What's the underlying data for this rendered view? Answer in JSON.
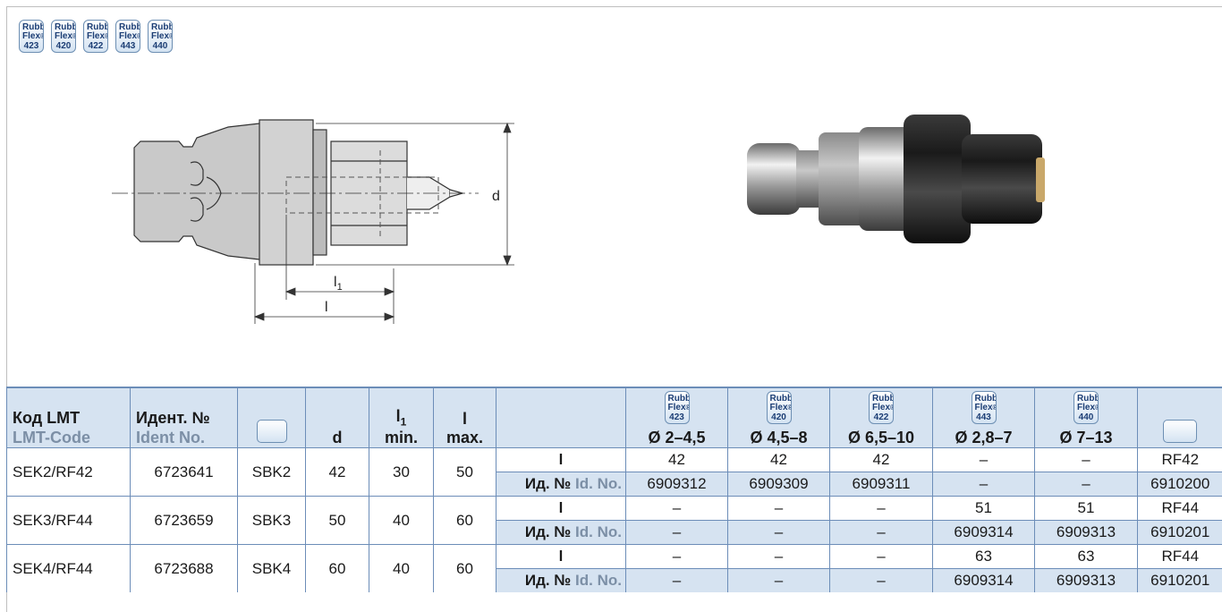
{
  "badges": [
    {
      "line1": "Rubber-",
      "line2": "Flex",
      "reg": "®",
      "num": "423"
    },
    {
      "line1": "Rubber-",
      "line2": "Flex",
      "reg": "®",
      "num": "420"
    },
    {
      "line1": "Rubber-",
      "line2": "Flex",
      "reg": "®",
      "num": "422"
    },
    {
      "line1": "Rubber-",
      "line2": "Flex",
      "reg": "®",
      "num": "443"
    },
    {
      "line1": "Rubber-",
      "line2": "Flex",
      "reg": "®",
      "num": "440"
    }
  ],
  "drawing": {
    "d_label": "d",
    "l1_label": "l",
    "l1_sub": "1",
    "l_label": "l"
  },
  "table": {
    "headers": {
      "code_ru": "Код LMT",
      "code_en": "LMT-Code",
      "ident_ru": "Идент. №",
      "ident_en": "Ident No.",
      "d": "d",
      "l1": "l",
      "l1_sub": "1",
      "l1_note": "min.",
      "l": "l",
      "l_note": "max.",
      "ranges": [
        "Ø 2–4,5",
        "Ø 4,5–8",
        "Ø 6,5–10",
        "Ø 2,8–7",
        "Ø 7–13"
      ]
    },
    "row_label_l": "l",
    "row_label_id_ru": "Ид. №",
    "row_label_id_en": "Id. No.",
    "rows": [
      {
        "code": "SEK2/RF42",
        "ident": "6723641",
        "tool": "SBK2",
        "d": "42",
        "l1": "30",
        "l": "50",
        "l_vals": [
          "42",
          "42",
          "42",
          "–",
          "–",
          "RF42"
        ],
        "id_vals": [
          "6909312",
          "6909309",
          "6909311",
          "–",
          "–",
          "6910200"
        ]
      },
      {
        "code": "SEK3/RF44",
        "ident": "6723659",
        "tool": "SBK3",
        "d": "50",
        "l1": "40",
        "l": "60",
        "l_vals": [
          "–",
          "–",
          "–",
          "51",
          "51",
          "RF44"
        ],
        "id_vals": [
          "–",
          "–",
          "–",
          "6909314",
          "6909313",
          "6910201"
        ]
      },
      {
        "code": "SEK4/RF44",
        "ident": "6723688",
        "tool": "SBK4",
        "d": "60",
        "l1": "40",
        "l": "60",
        "l_vals": [
          "–",
          "–",
          "–",
          "63",
          "63",
          "RF44"
        ],
        "id_vals": [
          "–",
          "–",
          "–",
          "6909314",
          "6909313",
          "6910201"
        ]
      }
    ]
  },
  "colors": {
    "header_bg": "#d6e3f1",
    "border": "#6c8db8",
    "badge_text": "#1b3d74",
    "grey_text": "#7c8fa6"
  }
}
